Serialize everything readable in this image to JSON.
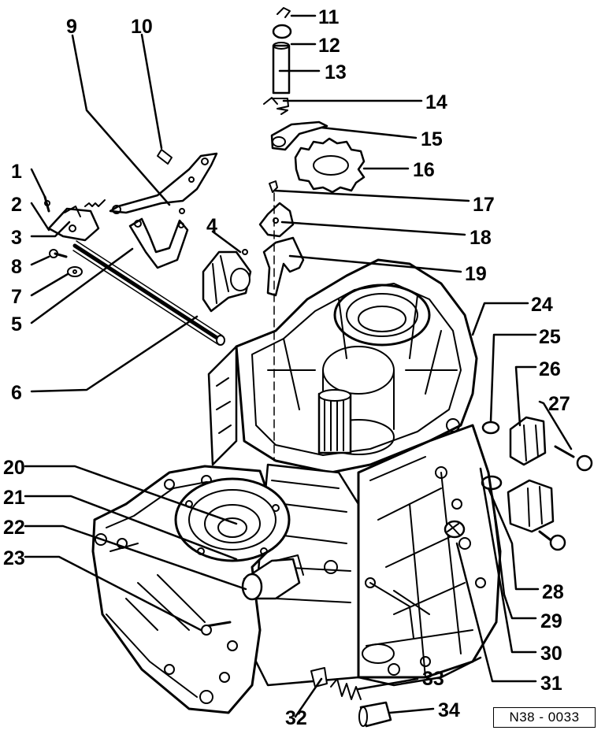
{
  "diagram": {
    "reference_code": "N38 - 0033",
    "callouts": {
      "c1": "1",
      "c2": "2",
      "c3": "3",
      "c4": "4",
      "c5": "5",
      "c6": "6",
      "c7": "7",
      "c8": "8",
      "c9": "9",
      "c10": "10",
      "c11": "11",
      "c12": "12",
      "c13": "13",
      "c14": "14",
      "c15": "15",
      "c16": "16",
      "c17": "17",
      "c18": "18",
      "c19": "19",
      "c20": "20",
      "c21": "21",
      "c22": "22",
      "c23": "23",
      "c24": "24",
      "c25": "25",
      "c26": "26",
      "c27": "27",
      "c28": "28",
      "c29": "29",
      "c30": "30",
      "c31": "31",
      "c32": "32",
      "c33": "33",
      "c34": "34"
    }
  },
  "colors": {
    "ink": "#000000",
    "paper": "#ffffff"
  }
}
